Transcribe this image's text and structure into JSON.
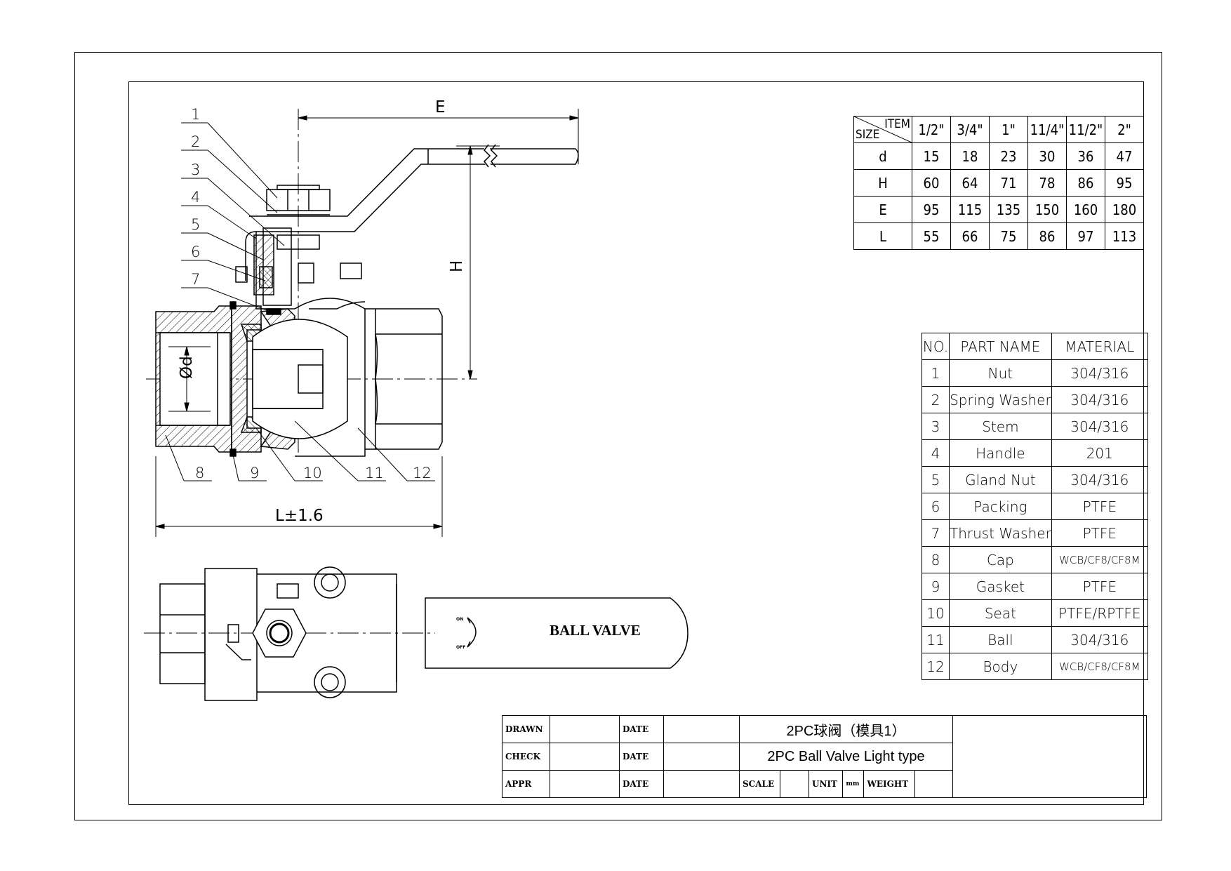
{
  "drawing": {
    "dimension_labels": {
      "E": "E",
      "H": "H",
      "L": "L±1.6",
      "d": "Ød"
    },
    "balloons": [
      "1",
      "2",
      "3",
      "4",
      "5",
      "6",
      "7",
      "8",
      "9",
      "10",
      "11",
      "12"
    ],
    "handle_text": "BALL VALVE",
    "handle_on": "ON",
    "handle_off": "OFF"
  },
  "size_table": {
    "corner_item": "ITEM",
    "corner_size": "SIZE",
    "sizes": [
      "1/2\"",
      "3/4\"",
      "1\"",
      "11/4\"",
      "11/2\"",
      "2\""
    ],
    "rows": [
      {
        "name": "d",
        "values": [
          "15",
          "18",
          "23",
          "30",
          "36",
          "47"
        ]
      },
      {
        "name": "H",
        "values": [
          "60",
          "64",
          "71",
          "78",
          "86",
          "95"
        ]
      },
      {
        "name": "E",
        "values": [
          "95",
          "115",
          "135",
          "150",
          "160",
          "180"
        ]
      },
      {
        "name": "L",
        "values": [
          "55",
          "66",
          "75",
          "86",
          "97",
          "113"
        ]
      }
    ]
  },
  "parts_table": {
    "headers": {
      "no": "NO.",
      "part": "PART NAME",
      "material": "MATERIAL"
    },
    "rows": [
      {
        "no": "1",
        "part": "Nut",
        "material": "304/316"
      },
      {
        "no": "2",
        "part": "Spring Washer",
        "material": "304/316"
      },
      {
        "no": "3",
        "part": "Stem",
        "material": "304/316"
      },
      {
        "no": "4",
        "part": "Handle",
        "material": "201"
      },
      {
        "no": "5",
        "part": "Gland Nut",
        "material": "304/316"
      },
      {
        "no": "6",
        "part": "Packing",
        "material": "PTFE"
      },
      {
        "no": "7",
        "part": "Thrust Washer",
        "material": "PTFE"
      },
      {
        "no": "8",
        "part": "Cap",
        "material": "WCB/CF8/CF8M"
      },
      {
        "no": "9",
        "part": "Gasket",
        "material": "PTFE"
      },
      {
        "no": "10",
        "part": "Seat",
        "material": "PTFE/RPTFE"
      },
      {
        "no": "11",
        "part": "Ball",
        "material": "304/316"
      },
      {
        "no": "12",
        "part": "Body",
        "material": "WCB/CF8/CF8M"
      }
    ]
  },
  "title_block": {
    "drawn": "DRAWN",
    "check": "CHECK",
    "appr": "APPR",
    "date": "DATE",
    "title_cn": "2PC球阀（模具1）",
    "title_en": "2PC Ball Valve Light type",
    "scale": "SCALE",
    "unit": "UNIT",
    "unit_value": "mm",
    "weight": "WEIGHT"
  }
}
